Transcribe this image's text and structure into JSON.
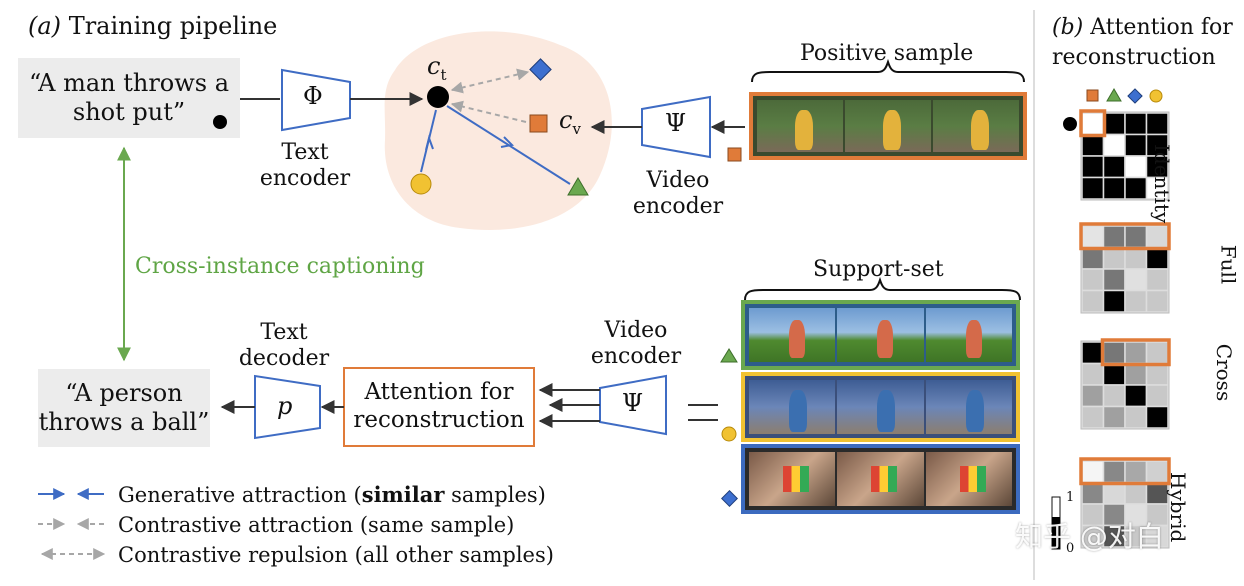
{
  "panel_a": {
    "label": "(a)",
    "title": "Training pipeline",
    "caption_text": "“A man throws a\nshot put”",
    "reconstructed_text": "“A person\nthrows a ball”",
    "text_encoder": "Text\nencoder",
    "video_encoder_top": "Video\nencoder",
    "video_encoder_bottom": "Video\nencoder",
    "text_decoder": "Text\ndecoder",
    "attention_box": "Attention for\nreconstruction",
    "phi_symbol": "Φ",
    "psi_symbol_top": "Ψ",
    "psi_symbol_bottom": "Ψ",
    "p_symbol": "p",
    "ct_label": "c",
    "ct_sub": "t",
    "cv_label": "c",
    "cv_sub": "v",
    "positive_sample": "Positive sample",
    "support_set": "Support-set",
    "cross_instance": "Cross-instance captioning",
    "legend": {
      "generative_prefix": "Generative attraction (",
      "generative_bold": "similar",
      "generative_suffix": " samples)",
      "contrastive_attraction": "Contrastive attraction (same sample)",
      "contrastive_repulsion": "Contrastive repulsion (all other samples)"
    }
  },
  "panel_b": {
    "label": "(b)",
    "title_line1": "Attention for",
    "title_line2": "reconstruction",
    "matrices": [
      {
        "name": "Identity"
      },
      {
        "name": "Full"
      },
      {
        "name": "Cross"
      },
      {
        "name": "Hybrid"
      }
    ],
    "scale_max": "1",
    "scale_min": "0"
  },
  "watermark": "知乎 @对白",
  "colors": {
    "orange": "#e07b39",
    "green": "#6aa84f",
    "yellow": "#f1c232",
    "blue_shape": "#3d6fcf",
    "blue_frame": "#3c6bbf",
    "arrow_blue": "#3f6cc4",
    "arrow_gray": "#a7a7a7",
    "text_green": "#5fa545",
    "blob": "#fbe9df",
    "box_gray": "#ececec"
  }
}
